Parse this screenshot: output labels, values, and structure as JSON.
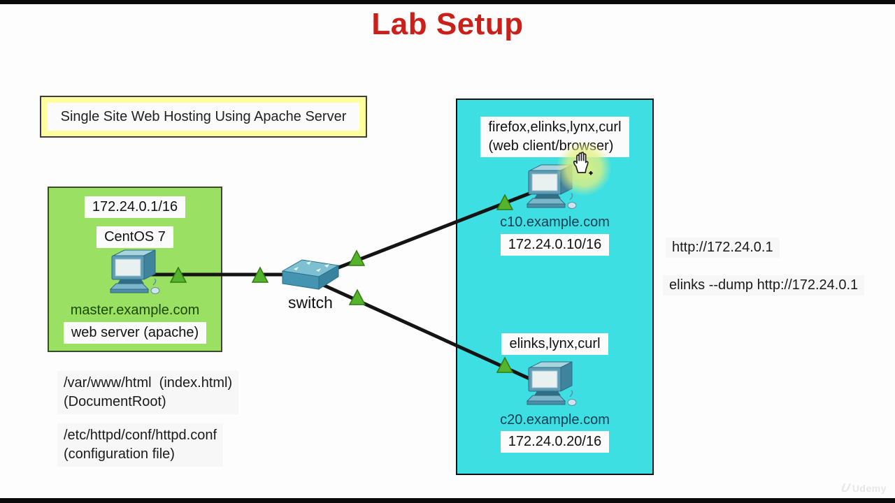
{
  "title": "Lab Setup",
  "banner": {
    "text": "Single Site Web Hosting Using Apache Server"
  },
  "server_box": {
    "ip": "172.24.0.1/16",
    "os": "CentOS 7",
    "hostname": "master.example.com",
    "role": "web server (apache)"
  },
  "network": {
    "switch_label": "switch"
  },
  "client_box": {
    "c10": {
      "tools_line1": "firefox,elinks,lynx,curl",
      "tools_line2": "(web client/browser)",
      "hostname": "c10.example.com",
      "ip": "172.24.0.10/16"
    },
    "c20": {
      "tools": "elinks,lynx,curl",
      "hostname": "c20.example.com",
      "ip": "172.24.0.20/16"
    }
  },
  "commands": {
    "browser_url": "http://172.24.0.1",
    "elinks_command": "elinks --dump http://172.24.0.1"
  },
  "server_files": {
    "docroot_path": "/var/www/html  (index.html)",
    "docroot_label": "(DocumentRoot)",
    "config_path": "/etc/httpd/conf/httpd.conf",
    "config_label": "(configuration file)"
  },
  "watermark": {
    "logo": "U",
    "text": "Udemy"
  },
  "colors": {
    "title_red": "#c9201a",
    "server_box_green": "#9ae163",
    "client_box_cyan": "#3ddfe3",
    "chip_bg": "#fbfbfb",
    "banner_yellow": "#ffff9e",
    "line_black": "#141414",
    "triangle_green": "#56b32c",
    "server_hostname_green": "#1c4700",
    "client_hostname_teal": "#0e3a52"
  }
}
